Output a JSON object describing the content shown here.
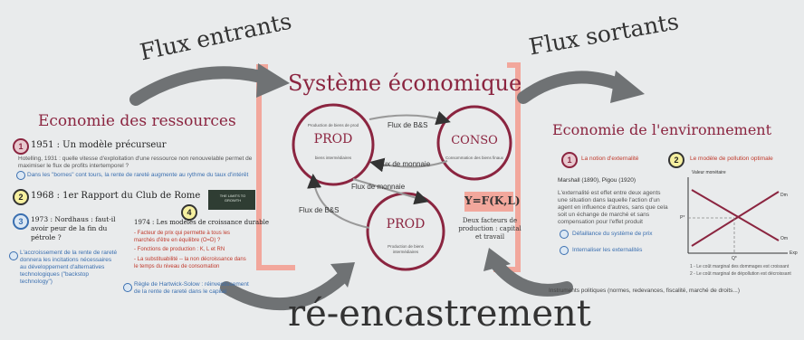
{
  "labels": {
    "flux_entrants": "Flux entrants",
    "flux_sortants": "Flux sortants",
    "systeme": "Système économique",
    "reencastrement": "ré-encastrement"
  },
  "left": {
    "title": "Economie des ressources",
    "item1_num": "1",
    "item1_heading": "1951 : Un modèle précurseur",
    "item1_text": "Hotelling, 1931 : quelle vitesse d'exploitation d'une ressource non renouvelable permet de maximiser le flux de profits intertemporel ?",
    "item1_note": "Dans les \"bornes\" cont tours, la rente de rareté augmente au rythme du taux d'intérêt",
    "item2_num": "2",
    "item2_heading": "1968 : 1er Rapport du Club de Rome",
    "book_text": "THE LIMITS TO GROWTH",
    "item3_num": "3",
    "item3_heading": "1973 : Nordhaus : faut-il avoir peur de la fin du pétrole ?",
    "item3_text": "L'accroissement de la rente de rareté donnera les incitations nécessaires au développement d'alternatives technologiques (\"backstop technology\")",
    "item4_num": "4",
    "item4_heading": "1974 : Les modèles de croissance durable",
    "item4_bullets": [
      "- Facteur de prix qui permette à tous les marchés d'être en équilibre (O=D) ?",
      "- Fonctions de production : K, L et RN",
      "- La substituabilité -- la non décroissance dans le temps du niveau de consomation"
    ],
    "item4_note": "Règle de Hartwick-Solow : réinvestissement de la rente de rareté dans le capital"
  },
  "center": {
    "prod_top": "PROD",
    "prod_top_sub1": "Production de biens de prod",
    "prod_top_sub2": "biens intermédiaires",
    "conso": "CONSO",
    "conso_sub": "Consommation des biens finaux",
    "prod_bottom": "PROD",
    "prod_bottom_sub": "Production de biens intermédiaires",
    "edge_bs_top": "Flux de B&S",
    "edge_monnaie_right": "Flux de monnaie",
    "edge_monnaie_mid": "Flux de monnaie",
    "edge_bs_left": "Flux de B&S",
    "formula": "Y=F(K,L)",
    "formula_text": "Deux facteurs de production : capital et travail"
  },
  "right": {
    "title": "Economie de l'environnement",
    "item1_num": "1",
    "item1_heading": "La notion d'externalité",
    "item1_author": "Marshall (1890), Pigou (1920)",
    "item1_text": "L'externalité est effet entre deux agents une situation dans laquelle l'action d'un agent en influence d'autres, sans que cela soit un échange de marché et sans compensation pour l'effet produit",
    "item1_note1": "Défaillance du système de prix",
    "item1_note2": "Internaliser les externalités",
    "item2_num": "2",
    "item2_heading": "Le modèle de pollution optimale",
    "graph_yaxis": "Valeur monétaire",
    "graph_xaxis": "Exp",
    "graph_dm": "Dm",
    "graph_om": "Om",
    "graph_p": "P*",
    "graph_q": "Q*",
    "graph_note1": "1 - Le coût marginal des dommages est croissant",
    "graph_note2": "2 - Le coût marginal de dépollution est décroissant",
    "instruments": "Instruments politiques (normes, redevances, fiscalité, marché de droits...)"
  },
  "colors": {
    "accent": "#8b2540",
    "frame": "#f2a79c",
    "arrow": "#6f7274",
    "blue": "#3a6fb0"
  }
}
